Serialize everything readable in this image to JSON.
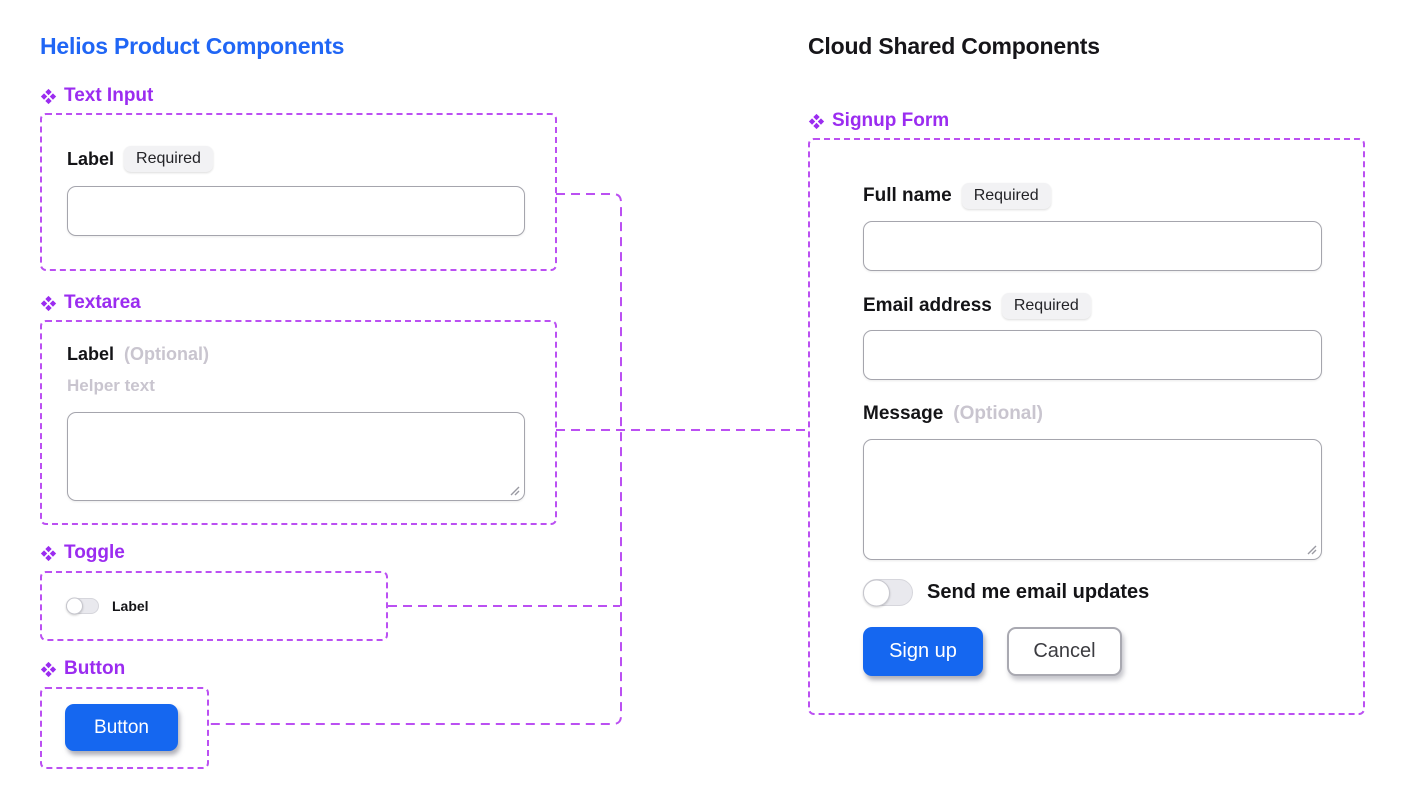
{
  "colors": {
    "title_blue": "#2066f5",
    "title_dark": "#161519",
    "component_purple": "#9b2cf0",
    "connector_purple": "#bb50f2",
    "primary_blue": "#1567f0",
    "badge_bg": "#f2f2f4",
    "badge_text": "#232327",
    "muted_text": "#c9c5cf",
    "input_border": "#a5a5ad",
    "label_dark": "#141417",
    "toggle_track": "#e9e9ee",
    "cancel_text": "#3c3c41"
  },
  "helios": {
    "title": "Helios Product Components",
    "text_input": {
      "heading": "Text Input",
      "label": "Label",
      "badge": "Required",
      "value": ""
    },
    "textarea": {
      "heading": "Textarea",
      "label": "Label",
      "optional": "(Optional)",
      "helper": "Helper text",
      "value": ""
    },
    "toggle": {
      "heading": "Toggle",
      "label": "Label",
      "state": "off"
    },
    "button": {
      "heading": "Button",
      "button_label": "Button"
    }
  },
  "cloud": {
    "title": "Cloud Shared Components",
    "signup_form": {
      "heading": "Signup Form",
      "full_name": {
        "label": "Full name",
        "badge": "Required",
        "value": ""
      },
      "email": {
        "label": "Email address",
        "badge": "Required",
        "value": ""
      },
      "message": {
        "label": "Message",
        "optional": "(Optional)",
        "value": ""
      },
      "updates_toggle": {
        "label": "Send me email updates",
        "state": "off"
      },
      "submit_label": "Sign up",
      "cancel_label": "Cancel"
    }
  }
}
